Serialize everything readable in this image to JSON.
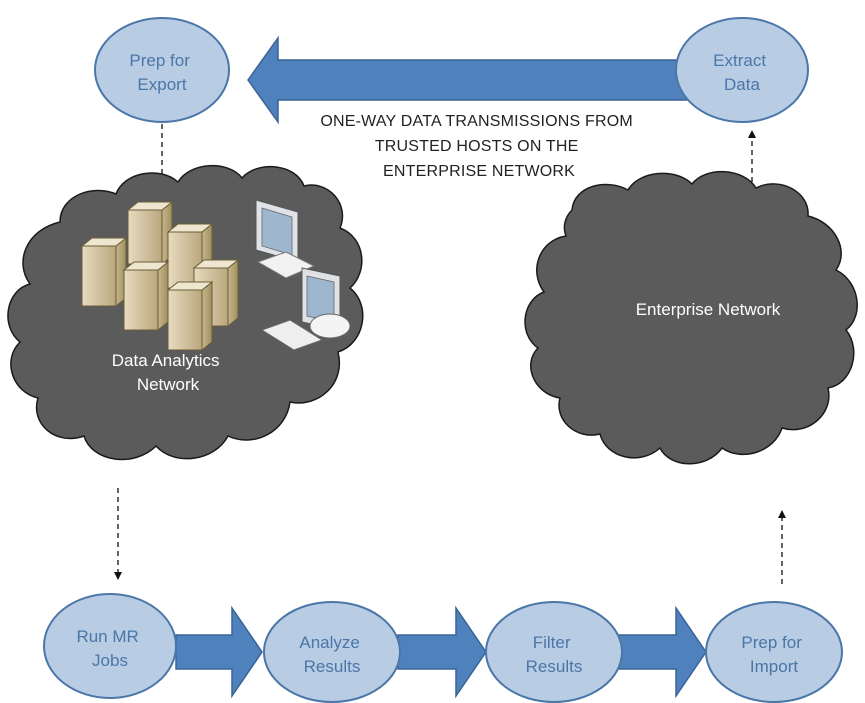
{
  "caption_lines": [
    "ONE-WAY DATA TRANSMISSIONS FROM",
    "TRUSTED HOSTS ON THE",
    "ENTERPRISE NETWORK"
  ],
  "nodes": {
    "prep_export": [
      "Prep for",
      "Export"
    ],
    "extract": [
      "Extract",
      "Data"
    ],
    "run_mr": [
      "Run MR",
      "Jobs"
    ],
    "analyze": [
      "Analyze",
      "Results"
    ],
    "filter": [
      "Filter",
      "Results"
    ],
    "prep_import": [
      "Prep for",
      "Import"
    ]
  },
  "clouds": {
    "analytics": [
      "Data Analytics",
      "Network"
    ],
    "enterprise": [
      "Enterprise Network"
    ]
  },
  "colors": {
    "node_fill": "#b8cce4",
    "node_stroke": "#4a76a8",
    "arrow_fill": "#4f81bd",
    "arrow_stroke": "#3a6496",
    "cloud_fill": "#5b5b5b",
    "cloud_stroke": "#1a1a1a"
  }
}
